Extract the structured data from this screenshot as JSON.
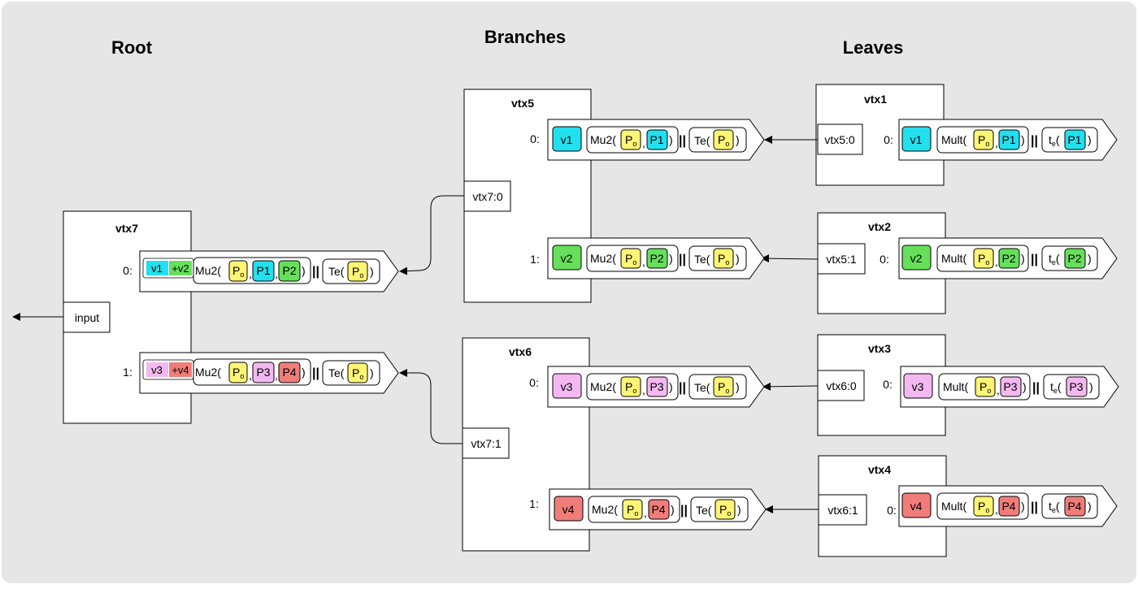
{
  "headings": {
    "root": "Root",
    "branches": "Branches",
    "leaves": "Leaves"
  },
  "colors": {
    "canvas_bg": "#e6e6e6",
    "v1": "#22e0ee",
    "v2": "#66e05a",
    "v3": "#f4b8f0",
    "v4": "#f07d7a",
    "p0": "#fdf573",
    "p1": "#22e0ee",
    "p2": "#66e05a",
    "p3": "#f4b8f0",
    "p4": "#f07d7a"
  },
  "labels": {
    "root_vertex": "vtx7",
    "input_port": "input",
    "branch_top": "vtx5",
    "branch_bottom": "vtx6",
    "branch_top_input": "vtx7:0",
    "branch_bottom_input": "vtx7:1",
    "leaf1": "vtx1",
    "leaf2": "vtx2",
    "leaf3": "vtx3",
    "leaf4": "vtx4",
    "leaf1_input": "vtx5:0",
    "leaf2_input": "vtx5:1",
    "leaf3_input": "vtx6:0",
    "leaf4_input": "vtx6:1",
    "idx0": "0:",
    "idx1": "1:",
    "v1": "v1",
    "v2": "v2",
    "v3": "v3",
    "v4": "v4",
    "plus_v2": "+v2",
    "plus_v4": "+v4",
    "mu2": "Mu2(",
    "mult": "Mult(",
    "te": "Te(",
    "te_small": "t",
    "te_sub": "e",
    "te_paren": "(",
    "p_letter": "P",
    "sub_o": "o",
    "p1": "P1",
    "p2": "P2",
    "p3": "P3",
    "p4": "P4",
    "comma": ",",
    "close_paren": ")",
    "parallel": "||"
  }
}
